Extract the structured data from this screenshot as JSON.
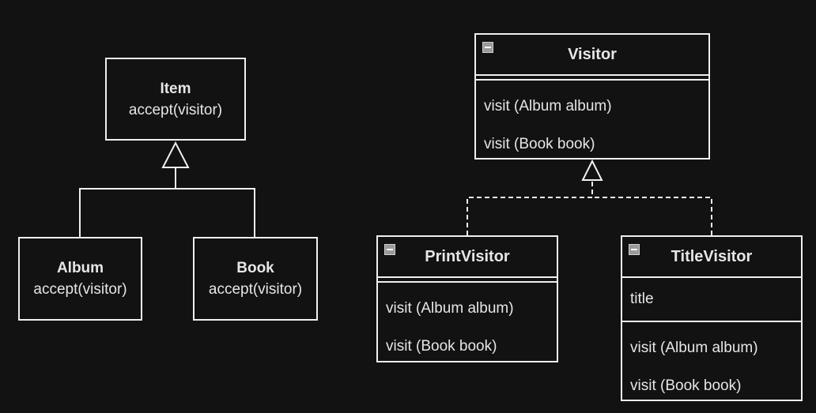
{
  "item": {
    "name": "Item",
    "method": "accept(visitor)"
  },
  "album": {
    "name": "Album",
    "method": "accept(visitor)"
  },
  "book": {
    "name": "Book",
    "method": "accept(visitor)"
  },
  "visitor": {
    "name": "Visitor",
    "ops": [
      "visit (Album album)",
      "visit (Book book)"
    ]
  },
  "print_visitor": {
    "name": "PrintVisitor",
    "ops": [
      "visit (Album album)",
      "visit (Book book)"
    ]
  },
  "title_visitor": {
    "name": "TitleVisitor",
    "attrs": [
      "title"
    ],
    "ops": [
      "visit (Album album)",
      "visit (Book book)"
    ]
  },
  "colors": {
    "background": "#121212",
    "stroke": "#f0f0f0",
    "text": "#e6e6e6"
  }
}
